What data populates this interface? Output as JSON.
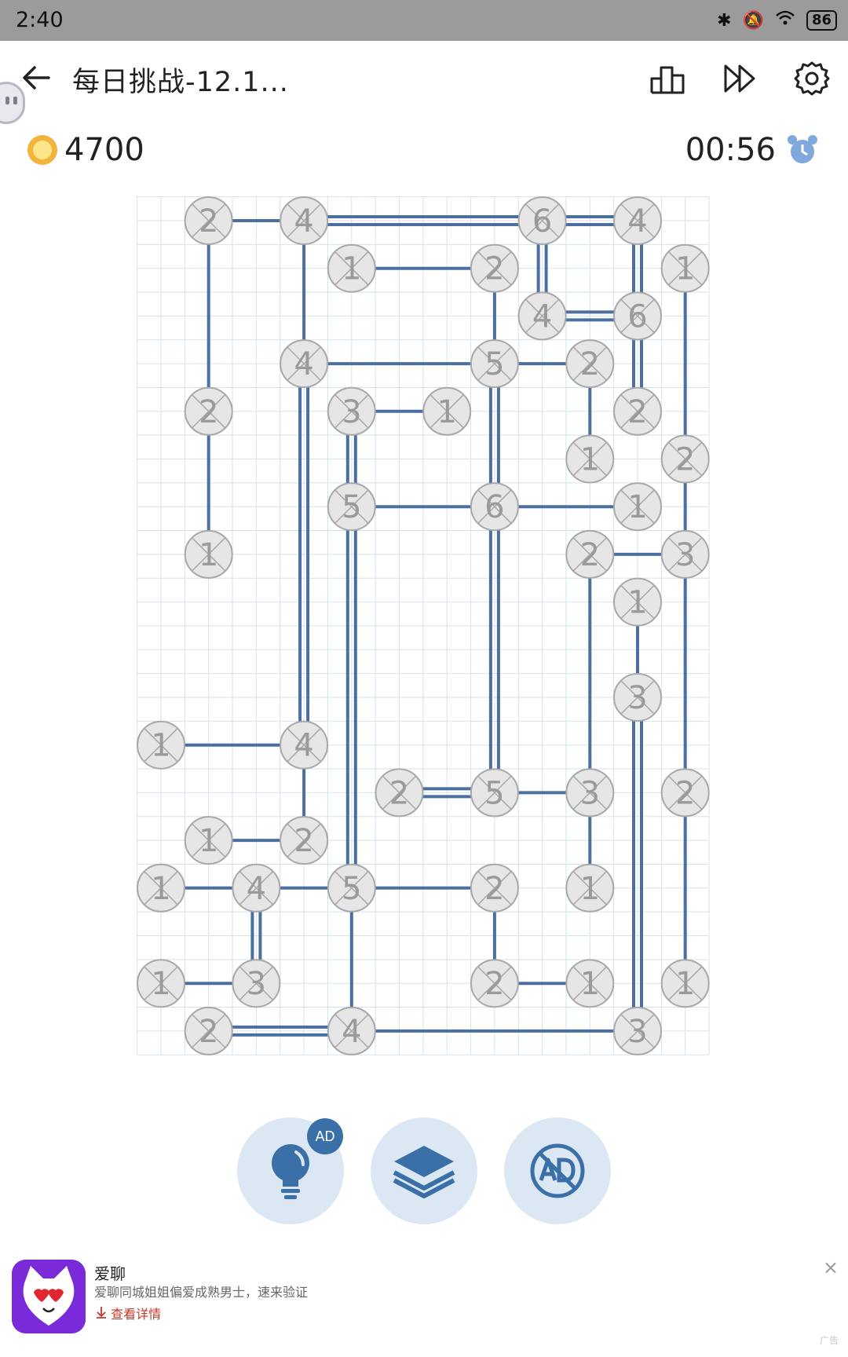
{
  "status_bar": {
    "time": "2:40",
    "battery": "86"
  },
  "header": {
    "title": "每日挑战-12.1..."
  },
  "stats": {
    "coins": "4700",
    "timer": "00:56"
  },
  "puzzle": {
    "grid_cols": 12,
    "grid_rows": 18,
    "nodes": [
      {
        "c": 1,
        "r": 0,
        "n": "2"
      },
      {
        "c": 3,
        "r": 0,
        "n": "4"
      },
      {
        "c": 8,
        "r": 0,
        "n": "6"
      },
      {
        "c": 10,
        "r": 0,
        "n": "4"
      },
      {
        "c": 4,
        "r": 1,
        "n": "1"
      },
      {
        "c": 7,
        "r": 1,
        "n": "2"
      },
      {
        "c": 11,
        "r": 1,
        "n": "1"
      },
      {
        "c": 8,
        "r": 2,
        "n": "4"
      },
      {
        "c": 10,
        "r": 2,
        "n": "6"
      },
      {
        "c": 3,
        "r": 3,
        "n": "4"
      },
      {
        "c": 7,
        "r": 3,
        "n": "5"
      },
      {
        "c": 9,
        "r": 3,
        "n": "2"
      },
      {
        "c": 1,
        "r": 4,
        "n": "2"
      },
      {
        "c": 4,
        "r": 4,
        "n": "3"
      },
      {
        "c": 6,
        "r": 4,
        "n": "1"
      },
      {
        "c": 10,
        "r": 4,
        "n": "2"
      },
      {
        "c": 9,
        "r": 5,
        "n": "1"
      },
      {
        "c": 11,
        "r": 5,
        "n": "2"
      },
      {
        "c": 4,
        "r": 6,
        "n": "5"
      },
      {
        "c": 7,
        "r": 6,
        "n": "6"
      },
      {
        "c": 10,
        "r": 6,
        "n": "1"
      },
      {
        "c": 1,
        "r": 7,
        "n": "1"
      },
      {
        "c": 9,
        "r": 7,
        "n": "2"
      },
      {
        "c": 11,
        "r": 7,
        "n": "3"
      },
      {
        "c": 10,
        "r": 8,
        "n": "1"
      },
      {
        "c": 10,
        "r": 10,
        "n": "3"
      },
      {
        "c": 0,
        "r": 11,
        "n": "1"
      },
      {
        "c": 3,
        "r": 11,
        "n": "4"
      },
      {
        "c": 5,
        "r": 12,
        "n": "2"
      },
      {
        "c": 7,
        "r": 12,
        "n": "5"
      },
      {
        "c": 9,
        "r": 12,
        "n": "3"
      },
      {
        "c": 11,
        "r": 12,
        "n": "2"
      },
      {
        "c": 1,
        "r": 13,
        "n": "1"
      },
      {
        "c": 3,
        "r": 13,
        "n": "2"
      },
      {
        "c": 0,
        "r": 14,
        "n": "1"
      },
      {
        "c": 2,
        "r": 14,
        "n": "4"
      },
      {
        "c": 4,
        "r": 14,
        "n": "5"
      },
      {
        "c": 7,
        "r": 14,
        "n": "2"
      },
      {
        "c": 9,
        "r": 14,
        "n": "1"
      },
      {
        "c": 0,
        "r": 16,
        "n": "1"
      },
      {
        "c": 2,
        "r": 16,
        "n": "3"
      },
      {
        "c": 7,
        "r": 16,
        "n": "2"
      },
      {
        "c": 9,
        "r": 16,
        "n": "1"
      },
      {
        "c": 11,
        "r": 16,
        "n": "1"
      },
      {
        "c": 1,
        "r": 17,
        "n": "2"
      },
      {
        "c": 4,
        "r": 17,
        "n": "4"
      },
      {
        "c": 10,
        "r": 17,
        "n": "3"
      }
    ],
    "bridges": [
      {
        "a": [
          1,
          0
        ],
        "b": [
          3,
          0
        ],
        "w": 1
      },
      {
        "a": [
          3,
          0
        ],
        "b": [
          8,
          0
        ],
        "w": 2
      },
      {
        "a": [
          8,
          0
        ],
        "b": [
          10,
          0
        ],
        "w": 2
      },
      {
        "a": [
          1,
          0
        ],
        "b": [
          1,
          4
        ],
        "w": 1
      },
      {
        "a": [
          3,
          0
        ],
        "b": [
          3,
          3
        ],
        "w": 1
      },
      {
        "a": [
          8,
          0
        ],
        "b": [
          8,
          2
        ],
        "w": 2
      },
      {
        "a": [
          10,
          0
        ],
        "b": [
          10,
          2
        ],
        "w": 2
      },
      {
        "a": [
          4,
          1
        ],
        "b": [
          7,
          1
        ],
        "w": 1
      },
      {
        "a": [
          7,
          1
        ],
        "b": [
          7,
          3
        ],
        "w": 1
      },
      {
        "a": [
          11,
          1
        ],
        "b": [
          11,
          5
        ],
        "w": 1
      },
      {
        "a": [
          8,
          2
        ],
        "b": [
          10,
          2
        ],
        "w": 2
      },
      {
        "a": [
          10,
          2
        ],
        "b": [
          10,
          4
        ],
        "w": 2
      },
      {
        "a": [
          3,
          3
        ],
        "b": [
          7,
          3
        ],
        "w": 1
      },
      {
        "a": [
          7,
          3
        ],
        "b": [
          9,
          3
        ],
        "w": 1
      },
      {
        "a": [
          3,
          3
        ],
        "b": [
          3,
          11
        ],
        "w": 2
      },
      {
        "a": [
          7,
          3
        ],
        "b": [
          7,
          6
        ],
        "w": 2
      },
      {
        "a": [
          9,
          3
        ],
        "b": [
          9,
          5
        ],
        "w": 1
      },
      {
        "a": [
          1,
          4
        ],
        "b": [
          1,
          7
        ],
        "w": 1
      },
      {
        "a": [
          4,
          4
        ],
        "b": [
          6,
          4
        ],
        "w": 1
      },
      {
        "a": [
          4,
          4
        ],
        "b": [
          4,
          6
        ],
        "w": 2
      },
      {
        "a": [
          11,
          5
        ],
        "b": [
          11,
          7
        ],
        "w": 1
      },
      {
        "a": [
          4,
          6
        ],
        "b": [
          7,
          6
        ],
        "w": 1
      },
      {
        "a": [
          7,
          6
        ],
        "b": [
          10,
          6
        ],
        "w": 1
      },
      {
        "a": [
          4,
          6
        ],
        "b": [
          4,
          14
        ],
        "w": 2
      },
      {
        "a": [
          7,
          6
        ],
        "b": [
          7,
          12
        ],
        "w": 2
      },
      {
        "a": [
          9,
          7
        ],
        "b": [
          11,
          7
        ],
        "w": 1
      },
      {
        "a": [
          9,
          7
        ],
        "b": [
          9,
          12
        ],
        "w": 1
      },
      {
        "a": [
          11,
          7
        ],
        "b": [
          11,
          12
        ],
        "w": 1
      },
      {
        "a": [
          10,
          8
        ],
        "b": [
          10,
          10
        ],
        "w": 1
      },
      {
        "a": [
          10,
          10
        ],
        "b": [
          10,
          17
        ],
        "w": 2
      },
      {
        "a": [
          0,
          11
        ],
        "b": [
          3,
          11
        ],
        "w": 1
      },
      {
        "a": [
          3,
          11
        ],
        "b": [
          3,
          13
        ],
        "w": 1
      },
      {
        "a": [
          5,
          12
        ],
        "b": [
          7,
          12
        ],
        "w": 2
      },
      {
        "a": [
          7,
          12
        ],
        "b": [
          9,
          12
        ],
        "w": 1
      },
      {
        "a": [
          9,
          12
        ],
        "b": [
          9,
          14
        ],
        "w": 1
      },
      {
        "a": [
          11,
          12
        ],
        "b": [
          11,
          16
        ],
        "w": 1
      },
      {
        "a": [
          1,
          13
        ],
        "b": [
          3,
          13
        ],
        "w": 1
      },
      {
        "a": [
          0,
          14
        ],
        "b": [
          2,
          14
        ],
        "w": 1
      },
      {
        "a": [
          2,
          14
        ],
        "b": [
          4,
          14
        ],
        "w": 1
      },
      {
        "a": [
          4,
          14
        ],
        "b": [
          7,
          14
        ],
        "w": 1
      },
      {
        "a": [
          2,
          14
        ],
        "b": [
          2,
          16
        ],
        "w": 2
      },
      {
        "a": [
          7,
          14
        ],
        "b": [
          7,
          16
        ],
        "w": 1
      },
      {
        "a": [
          4,
          14
        ],
        "b": [
          4,
          17
        ],
        "w": 1
      },
      {
        "a": [
          0,
          16
        ],
        "b": [
          2,
          16
        ],
        "w": 1
      },
      {
        "a": [
          7,
          16
        ],
        "b": [
          9,
          16
        ],
        "w": 1
      },
      {
        "a": [
          1,
          17
        ],
        "b": [
          4,
          17
        ],
        "w": 2
      },
      {
        "a": [
          4,
          17
        ],
        "b": [
          10,
          17
        ],
        "w": 1
      }
    ]
  },
  "tools": {
    "ad_label": "AD"
  },
  "ad": {
    "name": "爱聊",
    "desc": "爱聊同城姐姐偏爱成熟男士，速来验证",
    "link": "查看详情",
    "close": "×",
    "tag": "广告"
  },
  "colors": {
    "bridge": "#4a6fa0",
    "node_fill": "#e6e6e6",
    "node_stroke": "#a8a8a8",
    "grid": "#d6e3ee",
    "tool_bg": "#dce7f4",
    "accent": "#3a6fa8"
  }
}
